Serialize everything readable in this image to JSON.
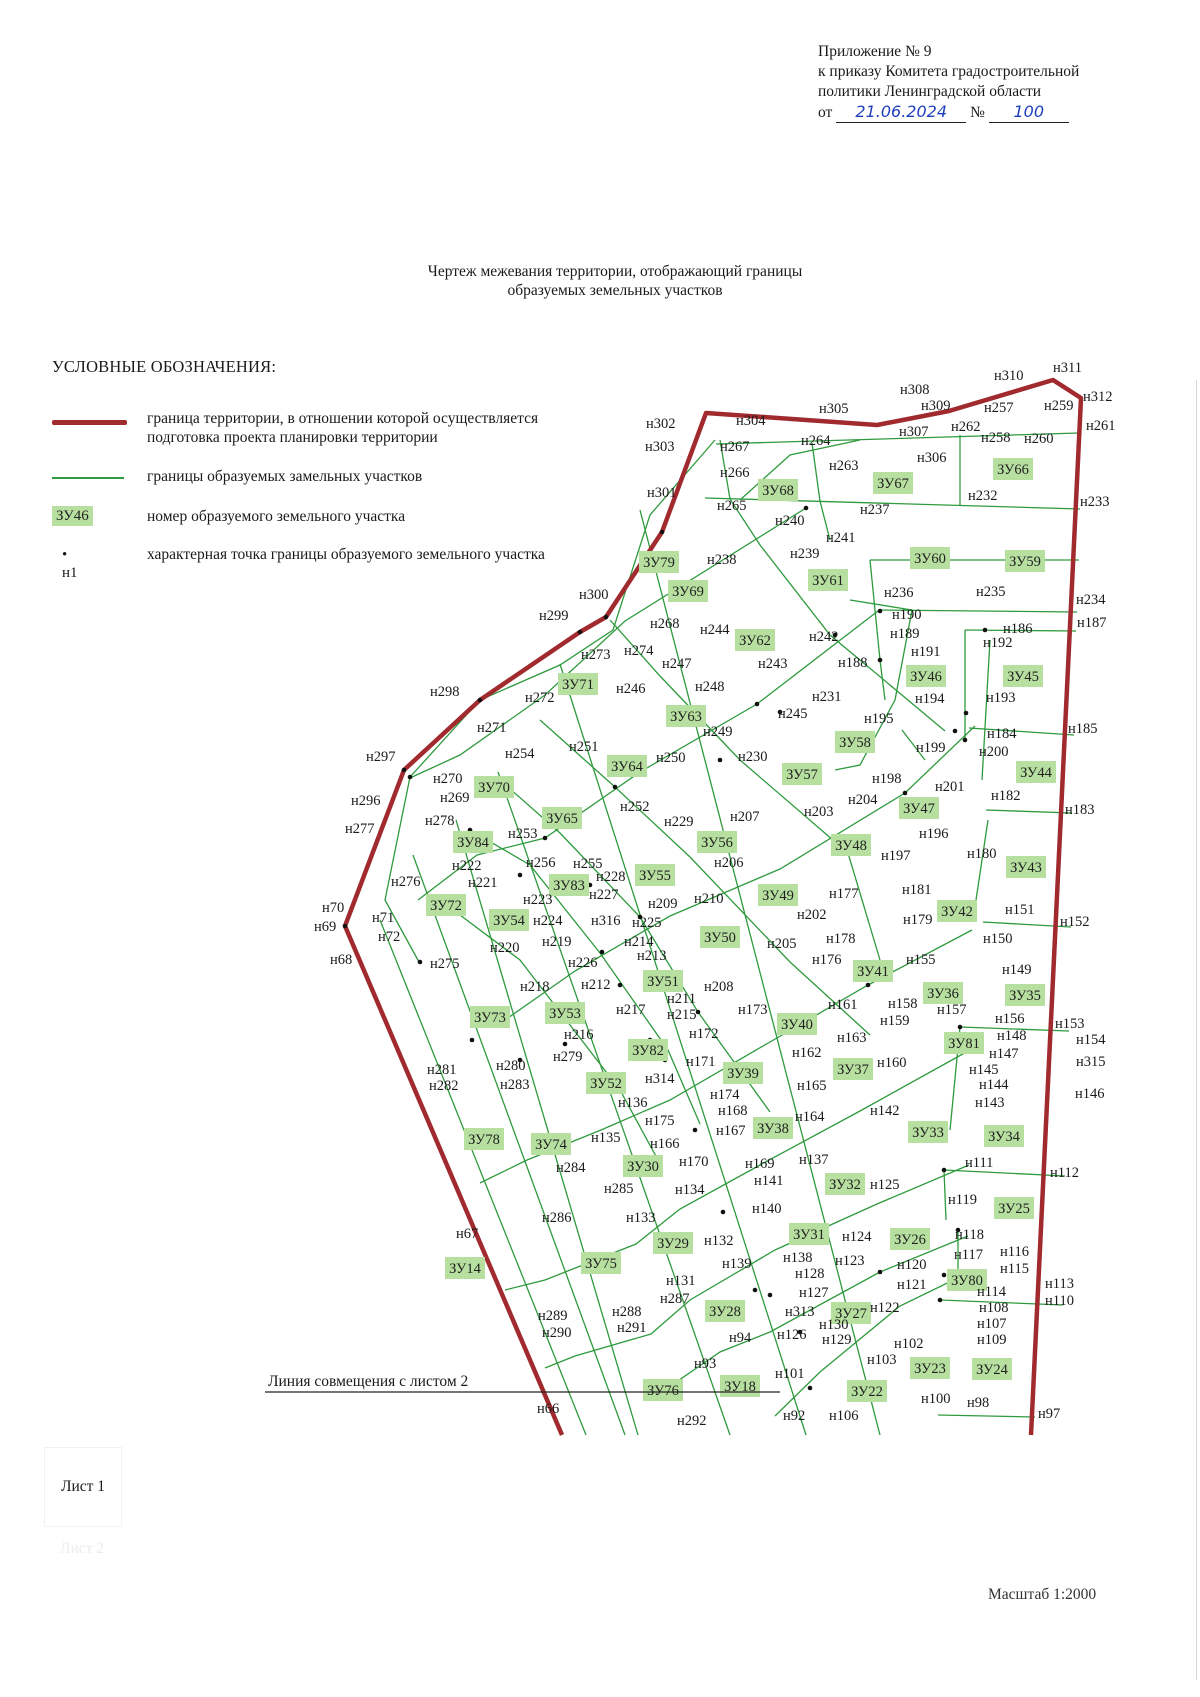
{
  "appendix": {
    "line1": "Приложение № 9",
    "line2": "к приказу Комитета градостроительной",
    "line3": "политики Ленинградской области",
    "from_prefix": "от",
    "date": "21.06.2024",
    "number_sign": "№",
    "number": "100"
  },
  "title": {
    "line1": "Чертеж межевания территории, отображающий границы",
    "line2": "образуемых земельных участков"
  },
  "legend": {
    "heading": "УСЛОВНЫЕ ОБОЗНАЧЕНИЯ:",
    "items": [
      {
        "symbol": "red-line",
        "text1": "граница территории, в отношении которой осуществляется",
        "text2": "подготовка проекта планировки территории"
      },
      {
        "symbol": "green-line",
        "text1": "границы образуемых замельных участков"
      },
      {
        "symbol": "ЗУ46",
        "text1": "номер образуемого земельного участка"
      },
      {
        "symbol": "• н1",
        "text1": "характерная точка границы образуемого земельного участка"
      }
    ]
  },
  "colors": {
    "territory_border": "#a12a2f",
    "parcel_border": "#2e9a3d",
    "parcel_label_bg": "#b7e0a0"
  },
  "map": {
    "parcels": [
      "ЗУ14",
      "ЗУ18",
      "ЗУ22",
      "ЗУ23",
      "ЗУ24",
      "ЗУ25",
      "ЗУ26",
      "ЗУ27",
      "ЗУ28",
      "ЗУ29",
      "ЗУ30",
      "ЗУ31",
      "ЗУ32",
      "ЗУ33",
      "ЗУ34",
      "ЗУ35",
      "ЗУ36",
      "ЗУ37",
      "ЗУ38",
      "ЗУ39",
      "ЗУ40",
      "ЗУ41",
      "ЗУ42",
      "ЗУ43",
      "ЗУ44",
      "ЗУ45",
      "ЗУ46",
      "ЗУ47",
      "ЗУ48",
      "ЗУ49",
      "ЗУ50",
      "ЗУ51",
      "ЗУ52",
      "ЗУ53",
      "ЗУ54",
      "ЗУ55",
      "ЗУ56",
      "ЗУ57",
      "ЗУ58",
      "ЗУ59",
      "ЗУ60",
      "ЗУ61",
      "ЗУ62",
      "ЗУ63",
      "ЗУ64",
      "ЗУ65",
      "ЗУ66",
      "ЗУ67",
      "ЗУ68",
      "ЗУ69",
      "ЗУ70",
      "ЗУ71",
      "ЗУ72",
      "ЗУ73",
      "ЗУ74",
      "ЗУ75",
      "ЗУ76",
      "ЗУ78",
      "ЗУ79",
      "ЗУ80",
      "ЗУ81",
      "ЗУ82",
      "ЗУ83",
      "ЗУ84"
    ],
    "points": [
      "н66",
      "н67",
      "н68",
      "н69",
      "н70",
      "н71",
      "н72",
      "н92",
      "н93",
      "н94",
      "н97",
      "н98",
      "н100",
      "н101",
      "н102",
      "н103",
      "н106",
      "н107",
      "н108",
      "н109",
      "н110",
      "н111",
      "н112",
      "н113",
      "н114",
      "н115",
      "н116",
      "н117",
      "н118",
      "н119",
      "н120",
      "н121",
      "н122",
      "н123",
      "н124",
      "н125",
      "н126",
      "н127",
      "н128",
      "н129",
      "н130",
      "н131",
      "н132",
      "н133",
      "н134",
      "н135",
      "н136",
      "н137",
      "н138",
      "н139",
      "н140",
      "н141",
      "н142",
      "н143",
      "н144",
      "н145",
      "н146",
      "н147",
      "н148",
      "н149",
      "н150",
      "н151",
      "н152",
      "н153",
      "н154",
      "н155",
      "н156",
      "н157",
      "н158",
      "н159",
      "н160",
      "н161",
      "н162",
      "н163",
      "н164",
      "н165",
      "н166",
      "н167",
      "н168",
      "н169",
      "н170",
      "н171",
      "н172",
      "н173",
      "н174",
      "н175",
      "н176",
      "н177",
      "н178",
      "н179",
      "н180",
      "н181",
      "н182",
      "н183",
      "н184",
      "н185",
      "н186",
      "н187",
      "н188",
      "н189",
      "н190",
      "н191",
      "н192",
      "н193",
      "н194",
      "н195",
      "н196",
      "н197",
      "н198",
      "н199",
      "н200",
      "н201",
      "н202",
      "н203",
      "н204",
      "н205",
      "н206",
      "н207",
      "н208",
      "н209",
      "н210",
      "н211",
      "н212",
      "н213",
      "н214",
      "н215",
      "н216",
      "н217",
      "н218",
      "н219",
      "н220",
      "н221",
      "н222",
      "н223",
      "н224",
      "н225",
      "н226",
      "н227",
      "н228",
      "н229",
      "н230",
      "н231",
      "н232",
      "н233",
      "н234",
      "н235",
      "н236",
      "н237",
      "н238",
      "н239",
      "н240",
      "н241",
      "н242",
      "н243",
      "н244",
      "н245",
      "н246",
      "н247",
      "н248",
      "н249",
      "н250",
      "н251",
      "н252",
      "н253",
      "н254",
      "н255",
      "н256",
      "н257",
      "н258",
      "н259",
      "н260",
      "н261",
      "н262",
      "н263",
      "н264",
      "н265",
      "н266",
      "н267",
      "н268",
      "н269",
      "н270",
      "н271",
      "н272",
      "н273",
      "н274",
      "н275",
      "н276",
      "н277",
      "н278",
      "н279",
      "н280",
      "н281",
      "н282",
      "н283",
      "н284",
      "н285",
      "н286",
      "н287",
      "н288",
      "н289",
      "н290",
      "н291",
      "н292",
      "н296",
      "н297",
      "н298",
      "н299",
      "н300",
      "н301",
      "н302",
      "н303",
      "н304",
      "н305",
      "н306",
      "н307",
      "н308",
      "н309",
      "н310",
      "н311",
      "н312",
      "н313",
      "н314",
      "н315",
      "н316"
    ],
    "match_line_label": "Линия совмещения с листом 2"
  },
  "sheets": {
    "sheet1": "Лист 1",
    "sheet2": "Лист 2"
  },
  "scale": "Масштаб 1:2000"
}
